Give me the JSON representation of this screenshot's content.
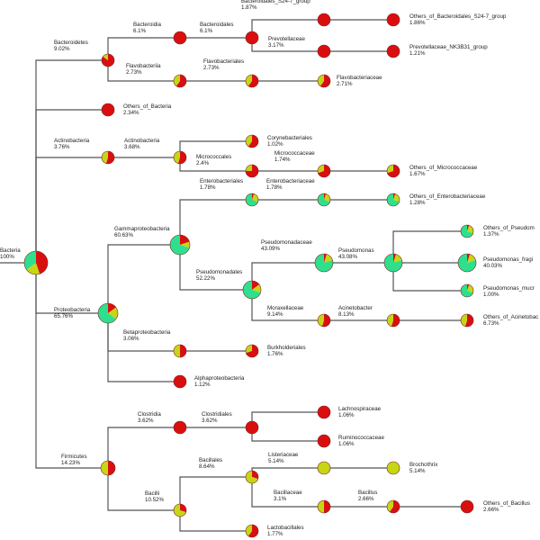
{
  "colors": {
    "red": "#d90f0f",
    "yellow": "#c6d615",
    "green": "#2ee08e",
    "outline": "#7a2222"
  },
  "nodes": {
    "root": {
      "name": "Bacteria",
      "value": "100%",
      "mix": [
        0.45,
        0.2,
        0.35
      ]
    },
    "bacteroidetes": {
      "name": "Bacteroidetes",
      "value": "9.02%",
      "mix": [
        0.85,
        0.15,
        0
      ]
    },
    "bacteroidia": {
      "name": "Bacteroidia",
      "value": "6.1%",
      "mix": [
        1,
        0,
        0
      ]
    },
    "bacteroidales": {
      "name": "Bacteroidales",
      "value": "6.1%",
      "mix": [
        1,
        0,
        0
      ]
    },
    "bacteroidales_s24": {
      "name": "Bacteroidales_S24-7_group",
      "value": "1.87%",
      "mix": [
        1,
        0,
        0
      ]
    },
    "others_bacteroidales": {
      "name": "Others_of_Bacteroidales_S24-7_group",
      "value": "1.86%",
      "mix": [
        1,
        0,
        0
      ]
    },
    "prevotellaceae": {
      "name": "Prevotellaceae",
      "value": "3.17%",
      "mix": [
        1,
        0,
        0
      ]
    },
    "prevotellaceae_nk": {
      "name": "Prevotellaceae_NK3B31_group",
      "value": "1.21%",
      "mix": [
        1,
        0,
        0
      ]
    },
    "flavobacteriia": {
      "name": "Flavobacteriia",
      "value": "2.73%",
      "mix": [
        0.6,
        0.4,
        0
      ]
    },
    "flavobacteriales": {
      "name": "Flavobacteriales",
      "value": "2.73%",
      "mix": [
        0.6,
        0.4,
        0
      ]
    },
    "flavobacteriaceae": {
      "name": "Flavobacteriaceae",
      "value": "2.71%",
      "mix": [
        0.6,
        0.4,
        0
      ]
    },
    "others_bacteria": {
      "name": "Others_of_Bacteria",
      "value": "2.34%",
      "mix": [
        1,
        0,
        0
      ]
    },
    "actinobacteria": {
      "name": "Actinobacteria",
      "value": "3.76%",
      "mix": [
        0.55,
        0.45,
        0
      ]
    },
    "actinobacteria_c": {
      "name": "Actinobacteria",
      "value": "3.68%",
      "mix": [
        0.55,
        0.45,
        0
      ]
    },
    "corynebacteriales": {
      "name": "Corynebacteriales",
      "value": "1.02%",
      "mix": [
        0.6,
        0.4,
        0
      ]
    },
    "micrococcales": {
      "name": "Micrococcales",
      "value": "2.4%",
      "mix": [
        0.75,
        0.25,
        0
      ]
    },
    "micrococcaceae": {
      "name": "Micrococcaceae",
      "value": "1.74%",
      "mix": [
        0.7,
        0.3,
        0
      ]
    },
    "others_micrococcaceae": {
      "name": "Others_of_Micrococcaceae",
      "value": "1.67%",
      "mix": [
        0.7,
        0.3,
        0
      ]
    },
    "gammaproteobacteria": {
      "name": "Gammaproteobacteria",
      "value": "60.63%",
      "mix": [
        0.2,
        0.1,
        0.7
      ]
    },
    "enterobacteriales": {
      "name": "Enterobacteriales",
      "value": "1.78%",
      "mix": [
        0.05,
        0.25,
        0.7
      ]
    },
    "enterobacteriaceae": {
      "name": "Enterobacteriaceae",
      "value": "1.78%",
      "mix": [
        0.05,
        0.25,
        0.7
      ]
    },
    "others_enterobacteriaceae": {
      "name": "Others_of_Enterobacteriaceae",
      "value": "1.28%",
      "mix": [
        0.05,
        0.25,
        0.7
      ]
    },
    "pseudomonadales": {
      "name": "Pseudomonadales",
      "value": "52.22%",
      "mix": [
        0.15,
        0.15,
        0.7
      ]
    },
    "pseudomonadaceae": {
      "name": "Pseudomonadaceae",
      "value": "43.09%",
      "mix": [
        0.05,
        0.15,
        0.8
      ]
    },
    "pseudomonas": {
      "name": "Pseudomonas",
      "value": "43.08%",
      "mix": [
        0.05,
        0.15,
        0.8
      ]
    },
    "others_pseudom": {
      "name": "Others_of_Pseudom",
      "value": "1.37%",
      "mix": [
        0.05,
        0.25,
        0.7
      ]
    },
    "pseudomonas_fragi": {
      "name": "Pseudomonas_fragi",
      "value": "40.03%",
      "mix": [
        0.05,
        0.15,
        0.8
      ]
    },
    "pseudomonas_mucr": {
      "name": "Pseudomonas_mucr",
      "value": "1.00%",
      "mix": [
        0.05,
        0.25,
        0.7
      ]
    },
    "moraxellaceae": {
      "name": "Moraxellaceae",
      "value": "9.14%",
      "mix": [
        0.55,
        0.45,
        0
      ]
    },
    "acinetobacter": {
      "name": "Acinetobacter",
      "value": "8.13%",
      "mix": [
        0.55,
        0.45,
        0
      ]
    },
    "others_acinetobacter": {
      "name": "Others_of_Acinetobac",
      "value": "6.73%",
      "mix": [
        0.55,
        0.45,
        0
      ]
    },
    "proteobacteria": {
      "name": "Proteobacteria",
      "value": "65.76%",
      "mix": [
        0.15,
        0.2,
        0.65
      ]
    },
    "betaproteobacteria": {
      "name": "Betaproteobacteria",
      "value": "3.06%",
      "mix": [
        0.5,
        0.5,
        0
      ]
    },
    "burkholderiales": {
      "name": "Burkholderiales",
      "value": "1.76%",
      "mix": [
        0.7,
        0.3,
        0
      ]
    },
    "alphaproteobacteria": {
      "name": "Alphaproteobacteria",
      "value": "1.12%",
      "mix": [
        1,
        0,
        0
      ]
    },
    "firmicutes": {
      "name": "Firmicutes",
      "value": "14.23%",
      "mix": [
        0.5,
        0.5,
        0
      ]
    },
    "clostridia": {
      "name": "Clostridia",
      "value": "3.62%",
      "mix": [
        1,
        0,
        0
      ]
    },
    "clostridiales": {
      "name": "Clostridiales",
      "value": "3.62%",
      "mix": [
        1,
        0,
        0
      ]
    },
    "lachnospiraceae": {
      "name": "Lachnospiraceae",
      "value": "1.06%",
      "mix": [
        1,
        0,
        0
      ]
    },
    "ruminococcaceae": {
      "name": "Ruminococcaceae",
      "value": "1.06%",
      "mix": [
        1,
        0,
        0
      ]
    },
    "bacilli": {
      "name": "Bacilli",
      "value": "10.52%",
      "mix": [
        0.3,
        0.7,
        0
      ]
    },
    "bacillales": {
      "name": "Bacillales",
      "value": "8.64%",
      "mix": [
        0.3,
        0.7,
        0
      ]
    },
    "listeriaceae": {
      "name": "Listeriaceae",
      "value": "5.14%",
      "mix": [
        0,
        1,
        0
      ]
    },
    "brochothrix": {
      "name": "Brochothrix",
      "value": "5.14%",
      "mix": [
        0,
        1,
        0
      ]
    },
    "bacillaceae": {
      "name": "Bacillaceae",
      "value": "3.1%",
      "mix": [
        0.5,
        0.5,
        0
      ]
    },
    "bacillus": {
      "name": "Bacillus",
      "value": "2.66%",
      "mix": [
        0.6,
        0.4,
        0
      ]
    },
    "others_bacillus": {
      "name": "Others_of_Bacillus",
      "value": "2.66%",
      "mix": [
        1,
        0,
        0
      ]
    },
    "lactobacillales": {
      "name": "Lactobacillales",
      "value": "1.77%",
      "mix": [
        0.6,
        0.4,
        0
      ]
    }
  }
}
